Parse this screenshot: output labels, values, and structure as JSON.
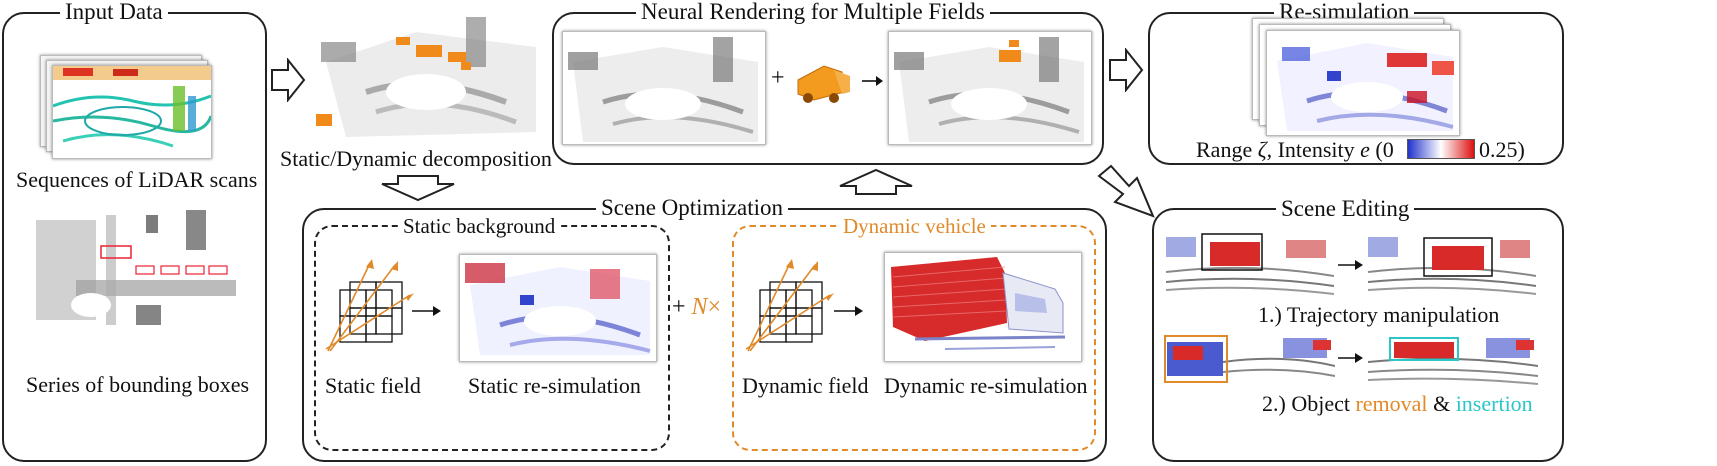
{
  "input_data": {
    "title": "Input Data",
    "scans_label": "Sequences of LiDAR scans",
    "boxes_label": "Series of bounding boxes"
  },
  "decomposition": {
    "label": "Static/Dynamic decomposition"
  },
  "neural_rendering": {
    "title": "Neural Rendering for Multiple Fields",
    "plus": "+"
  },
  "resimulation": {
    "title": "Re-simulation",
    "range_word": "Range",
    "range_symbol": "ζ",
    "intensity_word": ", Intensity",
    "intensity_symbol": "e",
    "scale_open": "(0",
    "scale_close": "0.25)"
  },
  "scene_optimization": {
    "title": "Scene Optimization",
    "static_background": "Static background",
    "dynamic_vehicle": "Dynamic vehicle",
    "static_field": "Static field",
    "static_resim": "Static re-simulation",
    "dynamic_field": "Dynamic field",
    "dynamic_resim": "Dynamic re-simulation",
    "plus": "+",
    "n": "N",
    "times": "×"
  },
  "scene_editing": {
    "title": "Scene Editing",
    "trajectory": "1.) Trajectory manipulation",
    "object_prefix": "2.) Object ",
    "removal": "removal",
    "amp": " & ",
    "insertion": "insertion"
  },
  "colors": {
    "accent_orange": "#e08a2a",
    "accent_teal": "#2dc6c6",
    "colorbar_low": "#2233cc",
    "colorbar_high": "#dd1111"
  }
}
